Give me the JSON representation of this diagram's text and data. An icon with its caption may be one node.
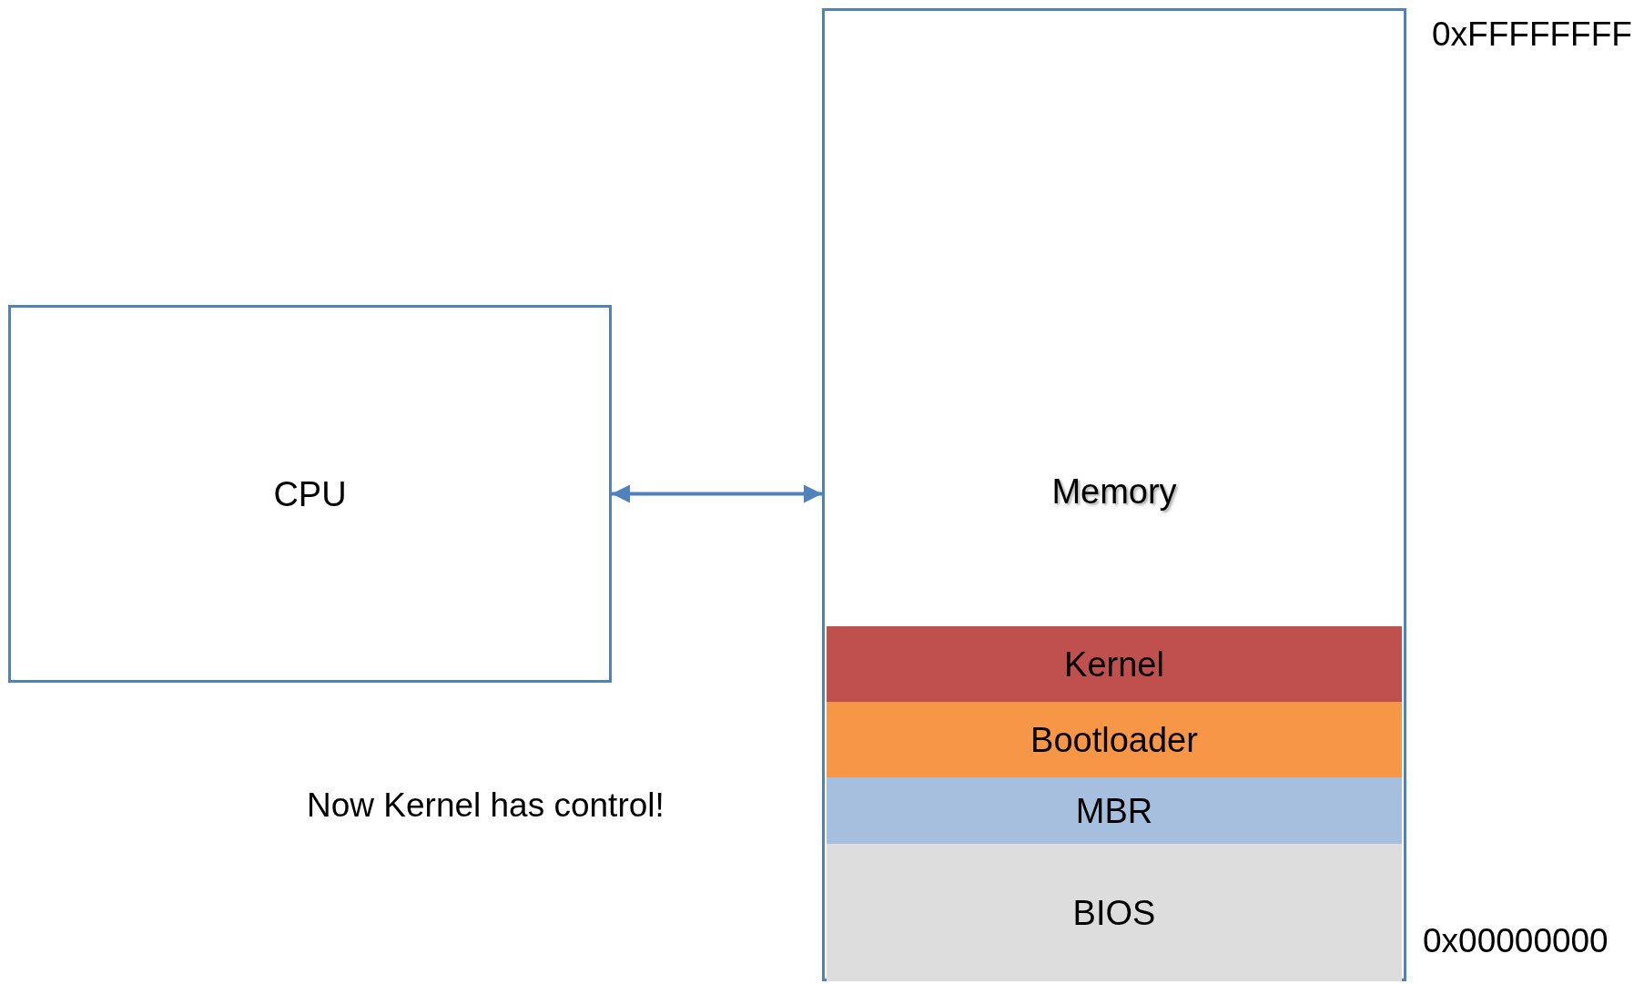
{
  "diagram": {
    "nodes": [
      {
        "text": [
          "CPU"
        ]
      },
      {
        "text": [
          "Memory"
        ]
      },
      {
        "text": [
          "Kernel"
        ],
        "in": 1
      },
      {
        "text": [
          "Bootloader"
        ],
        "in": 1
      },
      {
        "text": [
          "MBR"
        ],
        "in": 1
      },
      {
        "text": [
          "BIOS"
        ],
        "in": 1
      }
    ],
    "edges": [
      {
        "from": 0,
        "to": 1,
        "arrow": "both"
      }
    ],
    "labels": [
      "0xFFFFFFFF",
      "Now Kernel has control!",
      "0x00000000"
    ]
  }
}
